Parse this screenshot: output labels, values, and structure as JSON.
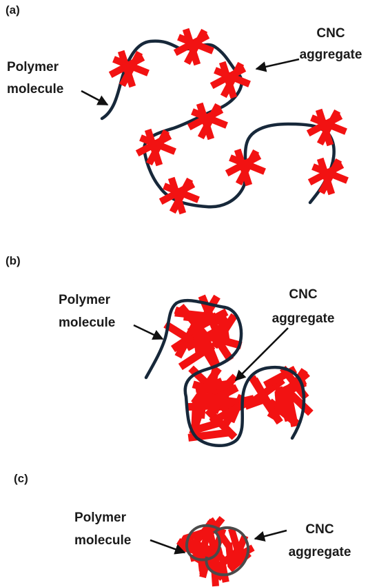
{
  "panels": [
    {
      "label": "(a)",
      "polymer_label": [
        "Polymer",
        "molecule"
      ],
      "cnc_label": [
        "CNC",
        "aggregate"
      ]
    },
    {
      "label": "(b)",
      "polymer_label": [
        "Polymer",
        "molecule"
      ],
      "cnc_label": [
        "CNC",
        "aggregate"
      ]
    },
    {
      "label": "(c)",
      "polymer_label": [
        "Polymer",
        "molecule"
      ],
      "cnc_label": [
        "CNC",
        "aggregate"
      ]
    }
  ],
  "colors": {
    "polymer_chain": "#17283a",
    "cnc_rods": "#f21212",
    "text": "#1a1a1a"
  }
}
